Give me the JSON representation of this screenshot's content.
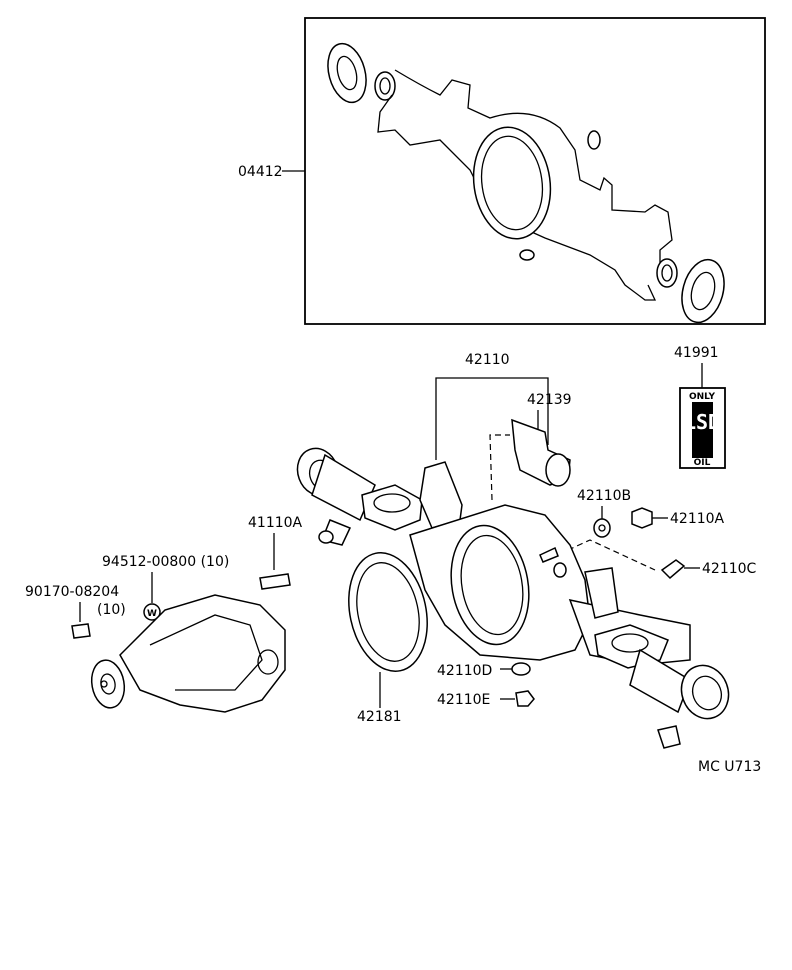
{
  "labels": {
    "gasket_kit": "04412",
    "housing": "42110",
    "tube": "42139",
    "caution_plate": "41991",
    "plate_top": "ONLY",
    "plate_bottom": "OIL",
    "plate_letters": "LSD",
    "plug_b": "42110B",
    "plug_a": "42110A",
    "breather": "42110C",
    "stud": "41110A",
    "washer": "94512-00800 (10)",
    "nut": "90170-08204",
    "nut_qty": "(10)",
    "washer_mark": "W",
    "gasket": "42181",
    "plug_d": "42110D",
    "plug_e": "42110E",
    "figure_id": "MC U713"
  }
}
